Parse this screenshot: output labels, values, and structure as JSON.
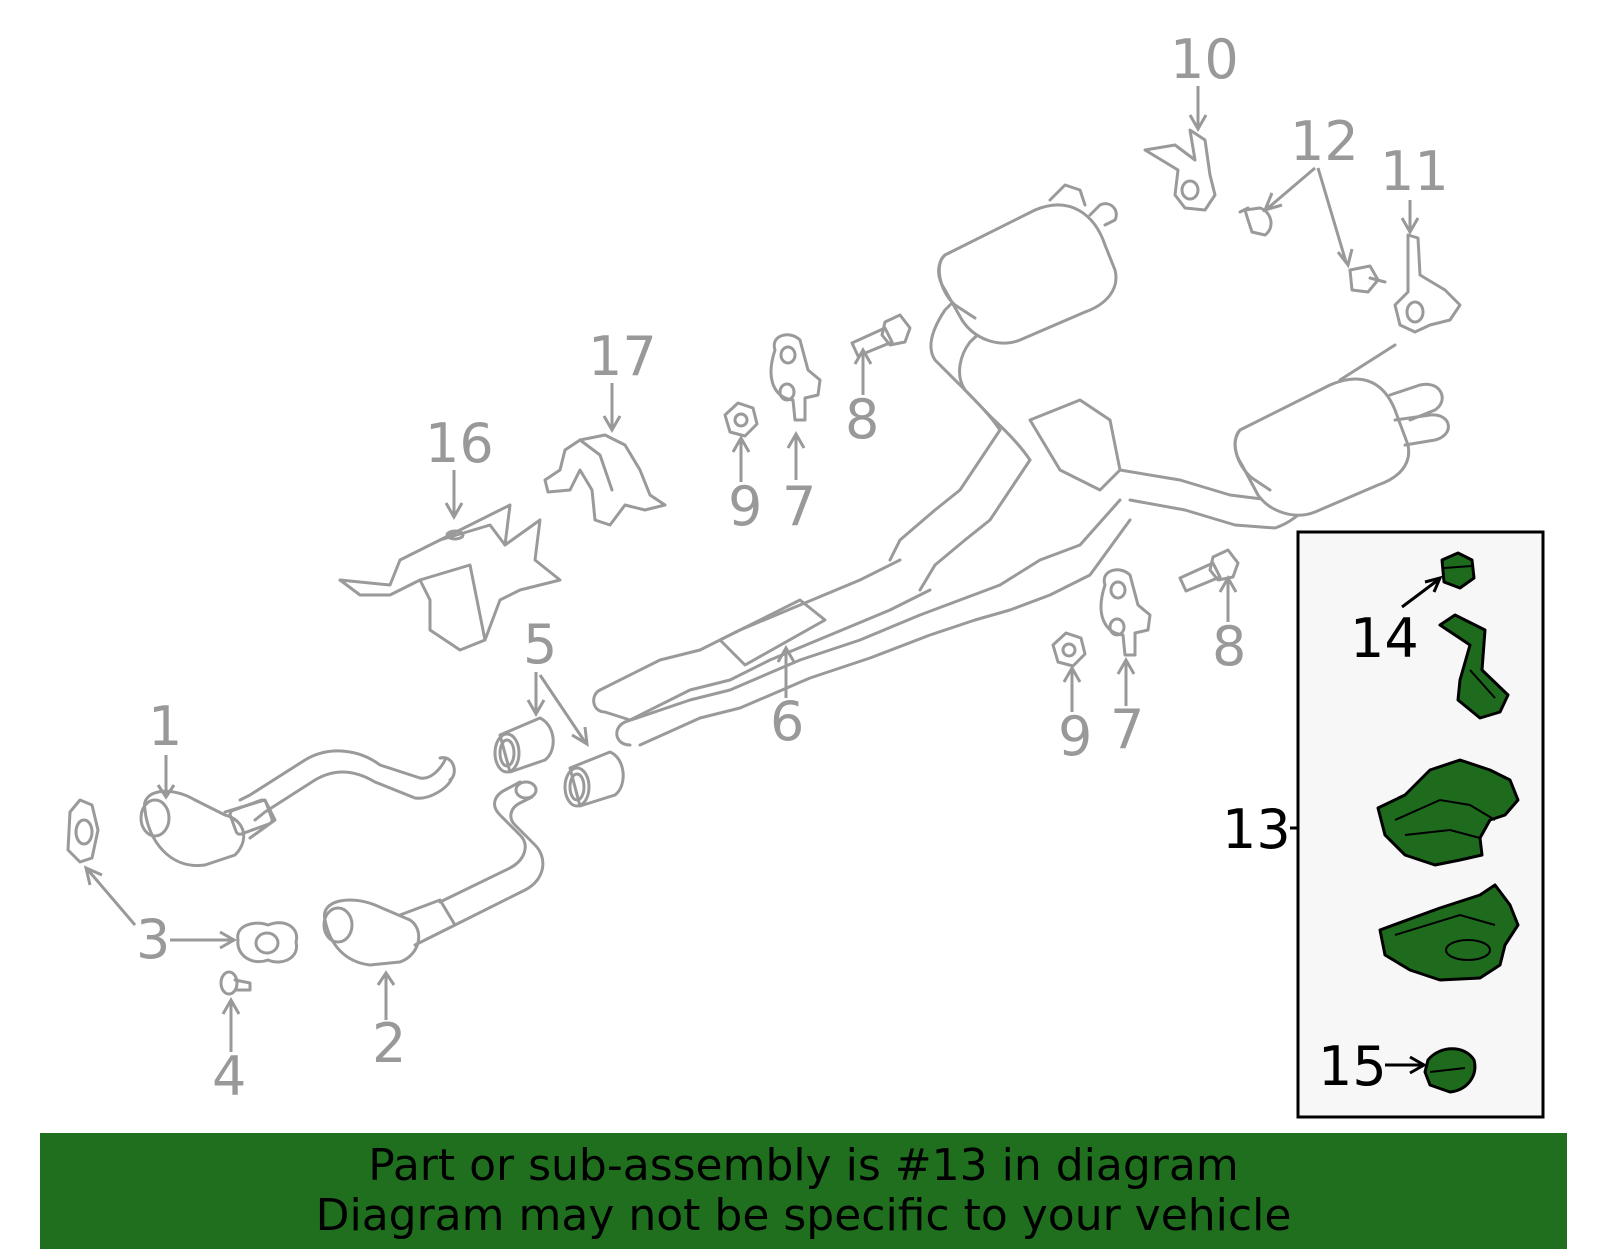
{
  "callouts": {
    "c1": "1",
    "c2": "2",
    "c3": "3",
    "c4": "4",
    "c5": "5",
    "c6": "6",
    "c7a": "7",
    "c7b": "7",
    "c8a": "8",
    "c8b": "8",
    "c9a": "9",
    "c9b": "9",
    "c10": "10",
    "c11": "11",
    "c12": "12",
    "c13": "13",
    "c14": "14",
    "c15": "15",
    "c16": "16",
    "c17": "17"
  },
  "banner": {
    "line1": "Part or sub-assembly is #13 in diagram",
    "line2": "Diagram may not be specific to your vehicle"
  },
  "colors": {
    "highlight": "#1e6b1e",
    "banner": "#1f6f1f",
    "linework": "#9a9a9a"
  }
}
